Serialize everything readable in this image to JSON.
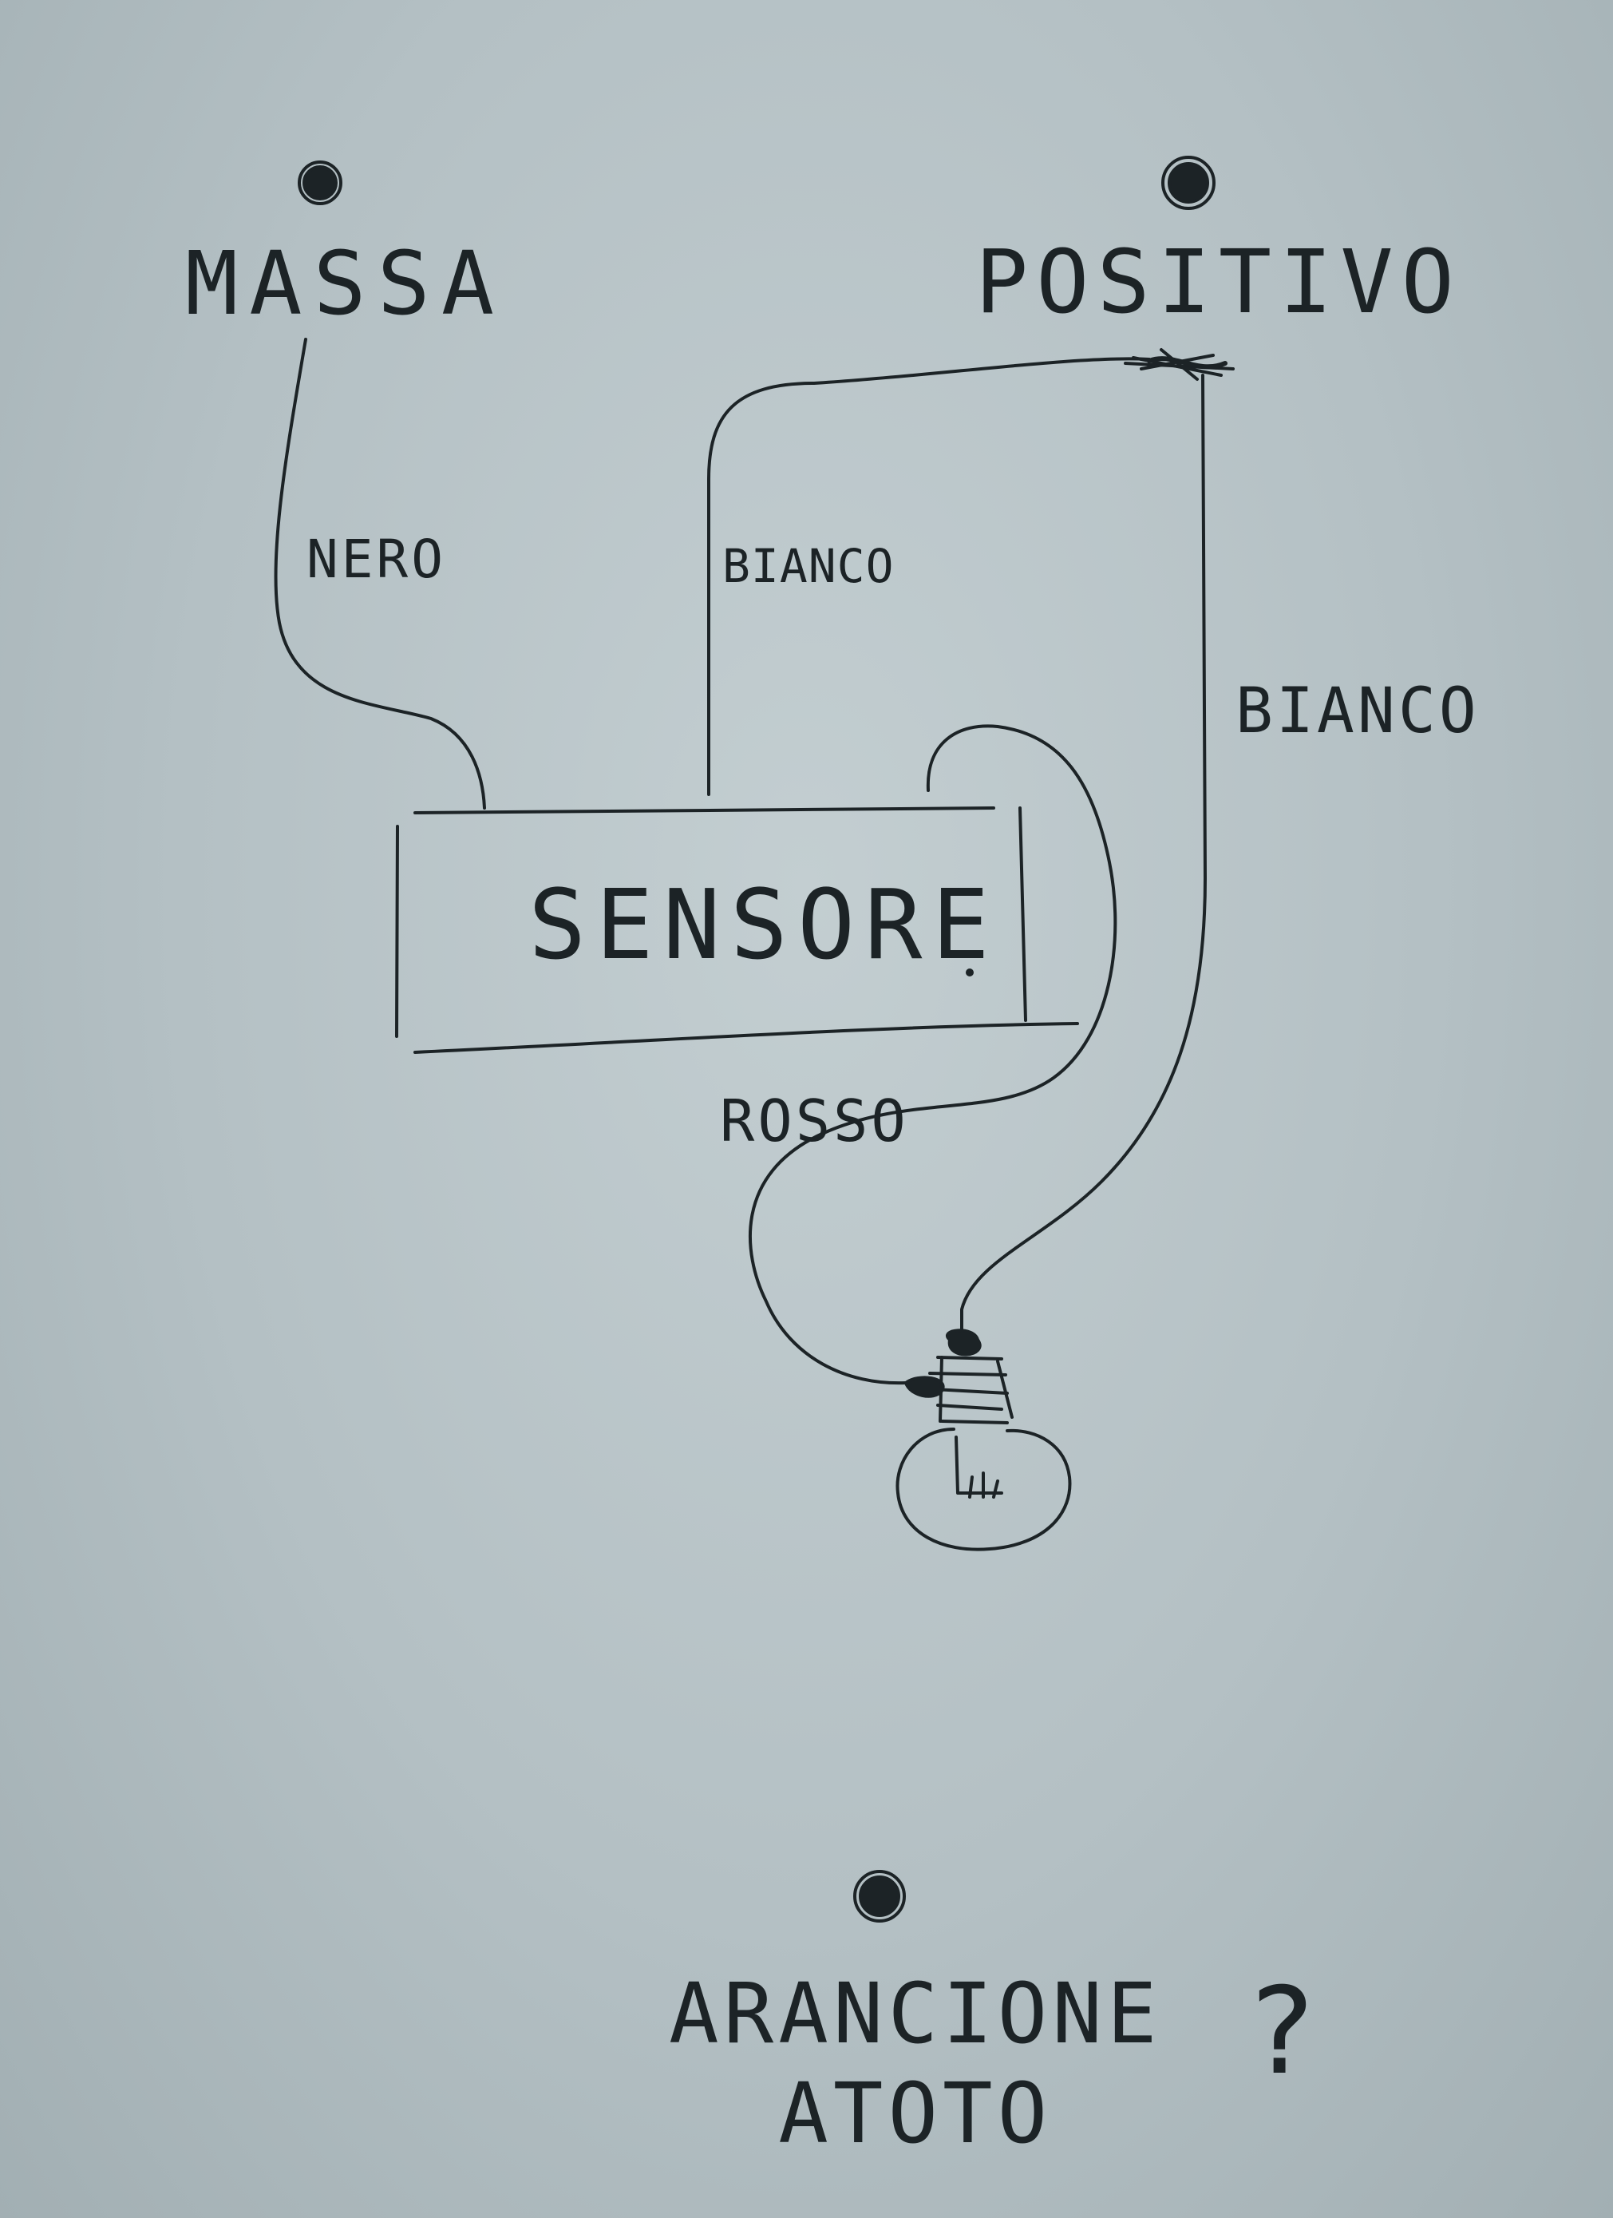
{
  "terminals": {
    "massa": "MASSA",
    "positivo": "POSITIVO",
    "third": "ARANCIONE\nATOTO",
    "question_mark": "?"
  },
  "wires": {
    "black_wire": "NERO",
    "white_wire_left": "BIANCO",
    "white_wire_right": "BIANCO",
    "red_wire": "ROSSO"
  },
  "components": {
    "sensor": "SENSORE"
  },
  "colors": {
    "ink": "#1c2326",
    "paper": "#b9c4c8"
  }
}
